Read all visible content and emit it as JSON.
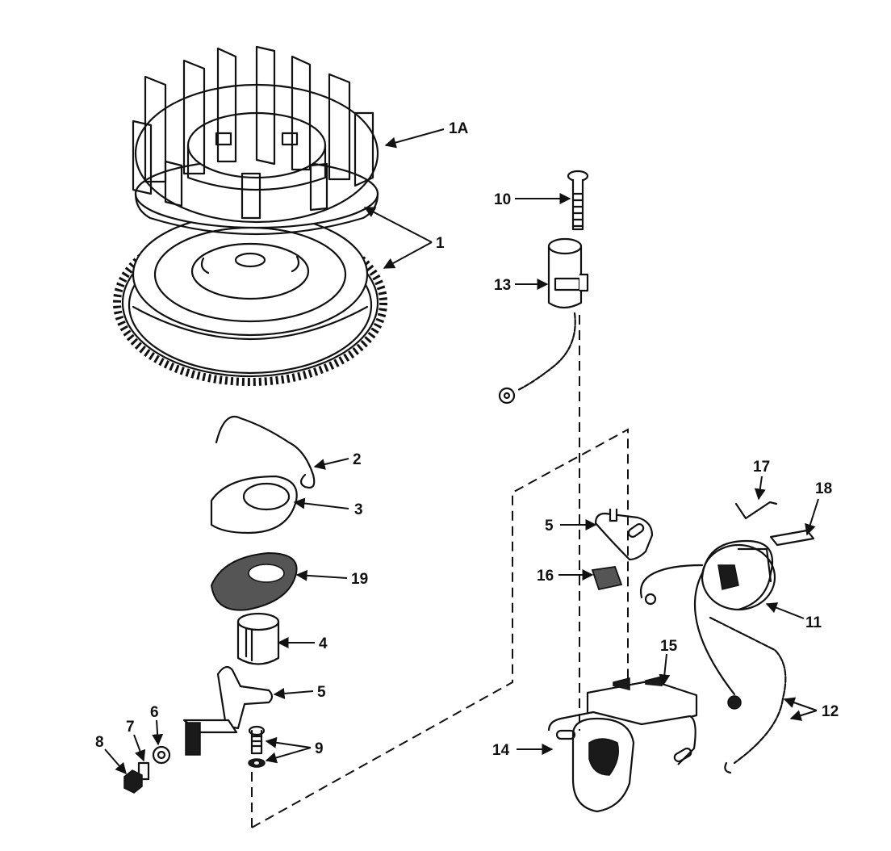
{
  "colors": {
    "ink": "#111111",
    "paper": "#ffffff"
  },
  "callouts": {
    "c1A": "1A",
    "c1": "1",
    "c2": "2",
    "c3": "3",
    "c19": "19",
    "c4": "4",
    "c5_left": "5",
    "c6": "6",
    "c7": "7",
    "c8": "8",
    "c9": "9",
    "c10": "10",
    "c13": "13",
    "c5_right": "5",
    "c16": "16",
    "c17": "17",
    "c18": "18",
    "c11": "11",
    "c15": "15",
    "c14": "14",
    "c12": "12"
  }
}
